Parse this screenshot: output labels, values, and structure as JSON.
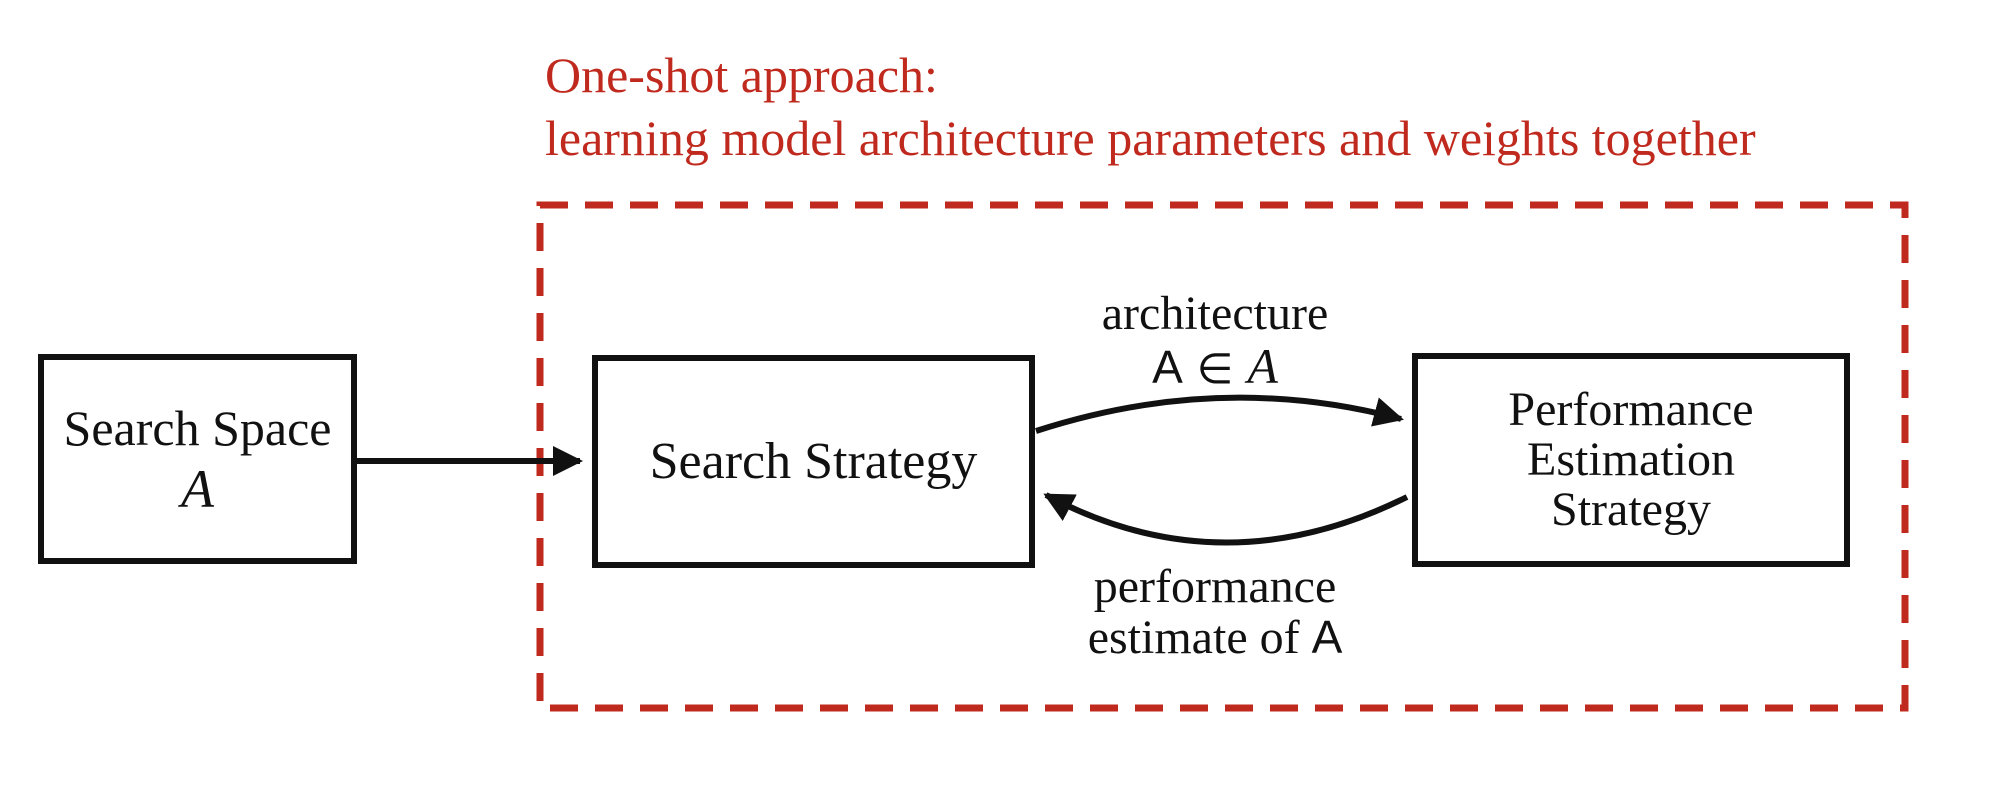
{
  "annotation": {
    "title_line1": "One-shot approach:",
    "title_line2": "learning model architecture parameters and weights together"
  },
  "boxes": {
    "search_space": {
      "line1": "Search Space",
      "symbol": "A"
    },
    "search_strategy": {
      "label": "Search Strategy"
    },
    "performance_estimation": {
      "line1": "Performance",
      "line2": "Estimation",
      "line3": "Strategy"
    }
  },
  "arrows": {
    "top_label_line1": "architecture",
    "top_label_var": "A",
    "top_label_in": "∈",
    "top_label_set": "A",
    "bottom_label_line1": "performance",
    "bottom_label_line2_prefix": "estimate of",
    "bottom_label_var": "A"
  },
  "colors": {
    "accent_red": "#c02a1e",
    "ink": "#111111"
  }
}
